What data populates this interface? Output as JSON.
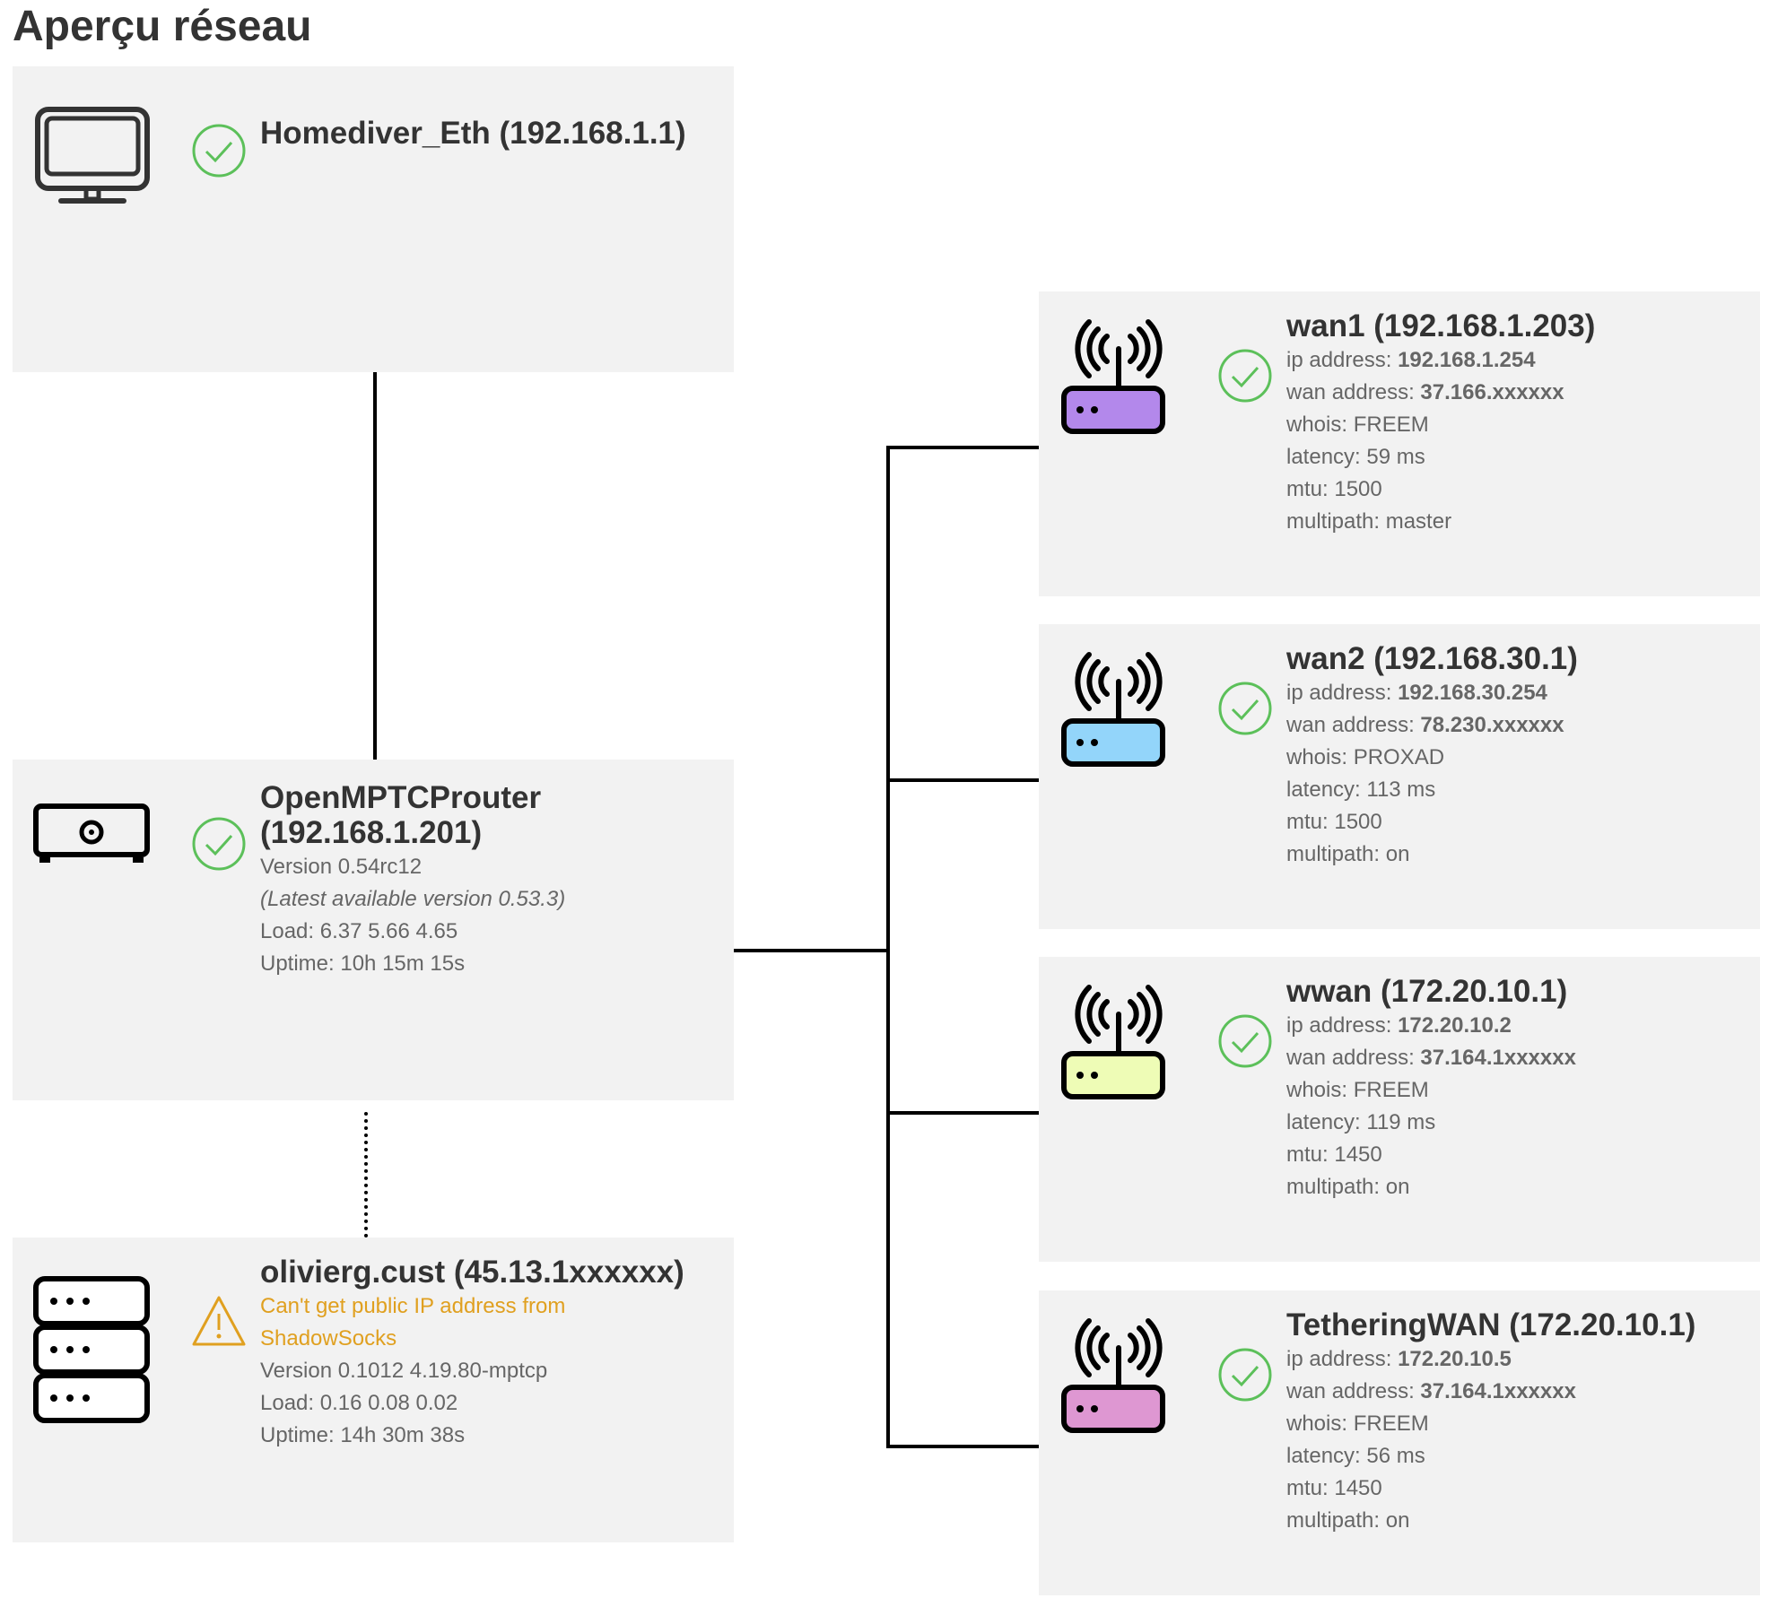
{
  "page": {
    "title": "Aperçu réseau"
  },
  "colors": {
    "ok": "#5cc05a",
    "warning": "#e0a020",
    "wan1": "#b388eb",
    "wan2": "#93d5fa",
    "wwan": "#eefcb6",
    "tethering": "#de97d2"
  },
  "lan": {
    "icon": "monitor-icon",
    "status": "ok",
    "title": "Homediver_Eth (192.168.1.1)"
  },
  "router": {
    "icon": "router-box-icon",
    "status": "ok",
    "title_line1": "OpenMPTCProuter",
    "title_line2": "(192.168.1.201)",
    "version": "Version 0.54rc12",
    "latest": "(Latest available version 0.53.3)",
    "load": "Load: 6.37 5.66 4.65",
    "uptime": "Uptime: 10h 15m 15s"
  },
  "server": {
    "icon": "server-stack-icon",
    "status": "warning",
    "title": "olivierg.cust (45.13.1xxxxxx)",
    "warning_line1": "Can't get public IP address from",
    "warning_line2": "ShadowSocks",
    "version": "Version 0.1012 4.19.80-mptcp",
    "load": "Load: 0.16 0.08 0.02",
    "uptime": "Uptime: 14h 30m 38s"
  },
  "wans": [
    {
      "icon": "wifi-router-icon",
      "status": "ok",
      "title": "wan1 (192.168.1.203)",
      "ip_label": "ip address: ",
      "ip_value": "192.168.1.254",
      "wan_label": "wan address: ",
      "wan_value": "37.166.xxxxxx",
      "whois": "whois: FREEM",
      "latency": "latency: 59 ms",
      "mtu": "mtu: 1500",
      "multipath": "multipath: master"
    },
    {
      "icon": "wifi-router-icon",
      "status": "ok",
      "title": "wan2 (192.168.30.1)",
      "ip_label": "ip address: ",
      "ip_value": "192.168.30.254",
      "wan_label": "wan address: ",
      "wan_value": "78.230.xxxxxx",
      "whois": "whois: PROXAD",
      "latency": "latency: 113 ms",
      "mtu": "mtu: 1500",
      "multipath": "multipath: on"
    },
    {
      "icon": "wifi-router-icon",
      "status": "ok",
      "title": "wwan (172.20.10.1)",
      "ip_label": "ip address: ",
      "ip_value": "172.20.10.2",
      "wan_label": "wan address: ",
      "wan_value": "37.164.1xxxxxx",
      "whois": "whois: FREEM",
      "latency": "latency: 119 ms",
      "mtu": "mtu: 1450",
      "multipath": "multipath: on"
    },
    {
      "icon": "wifi-router-icon",
      "status": "ok",
      "title": "TetheringWAN (172.20.10.1)",
      "ip_label": "ip address: ",
      "ip_value": "172.20.10.5",
      "wan_label": "wan address: ",
      "wan_value": "37.164.1xxxxxx",
      "whois": "whois: FREEM",
      "latency": "latency: 56 ms",
      "mtu": "mtu: 1450",
      "multipath": "multipath: on"
    }
  ]
}
